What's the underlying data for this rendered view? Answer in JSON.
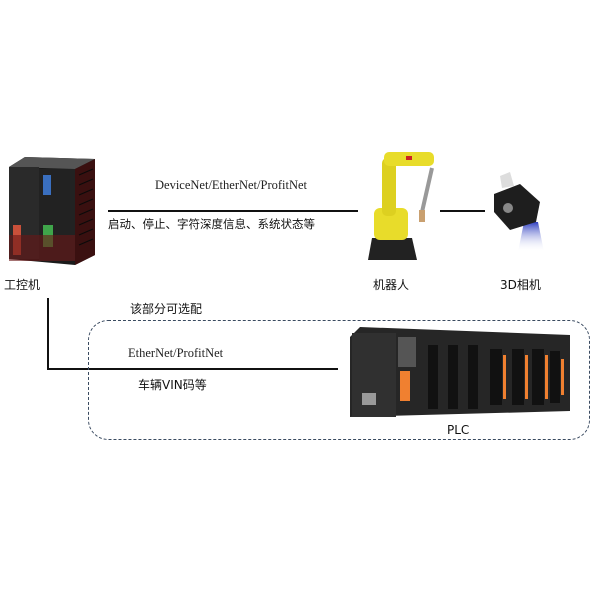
{
  "nodes": {
    "ipc": "工控机",
    "robot": "机器人",
    "camera": "3D相机",
    "plc": "PLC"
  },
  "links": {
    "top_protocol": "DeviceNet/EtherNet/ProfitNet",
    "top_signals": "启动、停止、字符深度信息、系统状态等",
    "optional_note": "该部分可选配",
    "bottom_protocol": "EtherNet/ProfitNet",
    "bottom_signals": "车辆VIN码等"
  },
  "colors": {
    "robot_yellow": "#e8dc2a",
    "ipc_red": "#8a1a1a",
    "dash": "#3a4a60"
  }
}
